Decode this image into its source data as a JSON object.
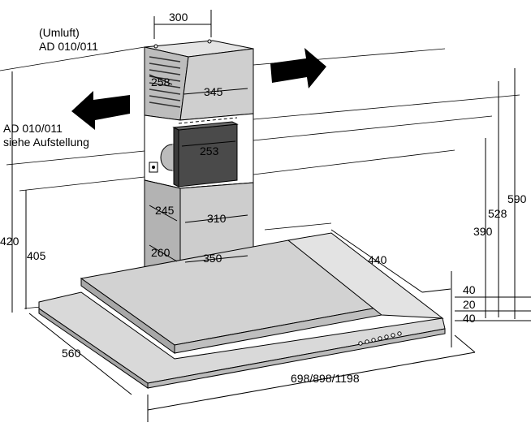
{
  "notes": {
    "recirc_top": [
      "(Umluft)",
      "AD 010/011"
    ],
    "recirc_left": [
      "AD 010/011",
      "siehe Aufstellung"
    ]
  },
  "dimensions": {
    "d300": "300",
    "d258": "258",
    "d345": "345",
    "d253": "253",
    "d245": "245",
    "d310": "310",
    "d260": "260",
    "d350": "350",
    "d440": "440",
    "d420": "420",
    "d405": "405",
    "d590": "590",
    "d528": "528",
    "d390": "390",
    "d40a": "40",
    "d20": "20",
    "d40b": "40",
    "d560": "560",
    "d_width": "698/898/1198"
  },
  "colors": {
    "metal": "#c9c9c9",
    "metal_dark": "#9a9a9a",
    "metal_light": "#e2e2e2",
    "panel": "#d6d6d6",
    "black": "#000000"
  }
}
